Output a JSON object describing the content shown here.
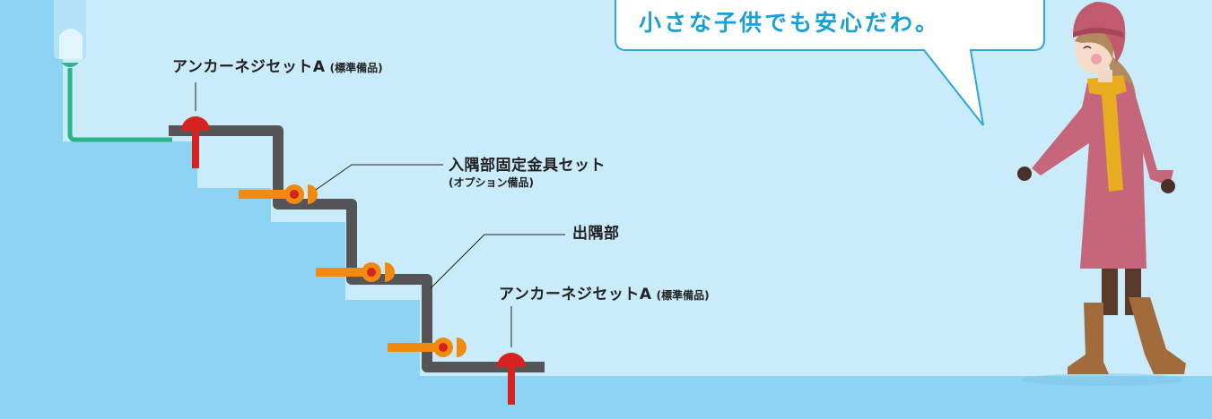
{
  "speech": {
    "text": "小さな子供でも安心だわ。"
  },
  "labels": {
    "anchor_top": {
      "main": "アンカーネジセットA",
      "sub": "(標準備品)"
    },
    "inner_corner": {
      "main": "入隅部固定金具セット",
      "sub": "(オプション備品)"
    },
    "outer_corner": {
      "main": "出隅部"
    },
    "anchor_bottom": {
      "main": "アンカーネジセットA",
      "sub": "(標準備品)"
    }
  },
  "colors": {
    "sky": "#c9ebfa",
    "ground": "#8dd3f3",
    "rail": "#555558",
    "anchor_red": "#d7231f",
    "bracket_orange": "#f28a12",
    "pipe_green": "#2bb38a",
    "speech_text": "#19a0d6"
  }
}
